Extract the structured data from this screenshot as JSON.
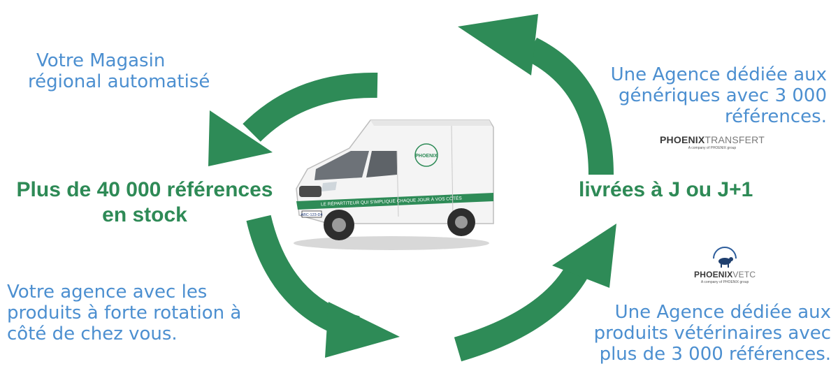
{
  "texts": {
    "top_left": [
      "Votre Magasin",
      "régional automatisé"
    ],
    "top_right": [
      "Une  Agence dédiée aux",
      "génériques avec 3 000",
      "références."
    ],
    "center_left": [
      "Plus de 40 000 références",
      "en stock"
    ],
    "center_right": "livrées à J ou J+1",
    "bottom_left": [
      "Votre agence avec les",
      "produits à forte rotation à",
      "côté de chez vous."
    ],
    "bottom_right": [
      "Une  Agence dédiée aux",
      "produits vétérinaires avec",
      "plus de 3 000 références."
    ]
  },
  "logos": {
    "transfert": {
      "bold": "PHOENIX",
      "light": "TRANSFERT",
      "tagline": "A company of PHOENIX group"
    },
    "vetc": {
      "bold": "PHOENIX",
      "light": "VETC",
      "tagline": "A company of PHOENIX group"
    }
  },
  "van": {
    "brand": "PHOENIX",
    "slogan": "LE RÉPARTITEUR QUI S'IMPLIQUE CHAQUE JOUR À VOS CÔTÉS",
    "plate": "ABC-123-D4"
  },
  "colors": {
    "arrow": "#2e8b57",
    "text_blue": "#4c8fd0",
    "text_green": "#2e8a56"
  }
}
